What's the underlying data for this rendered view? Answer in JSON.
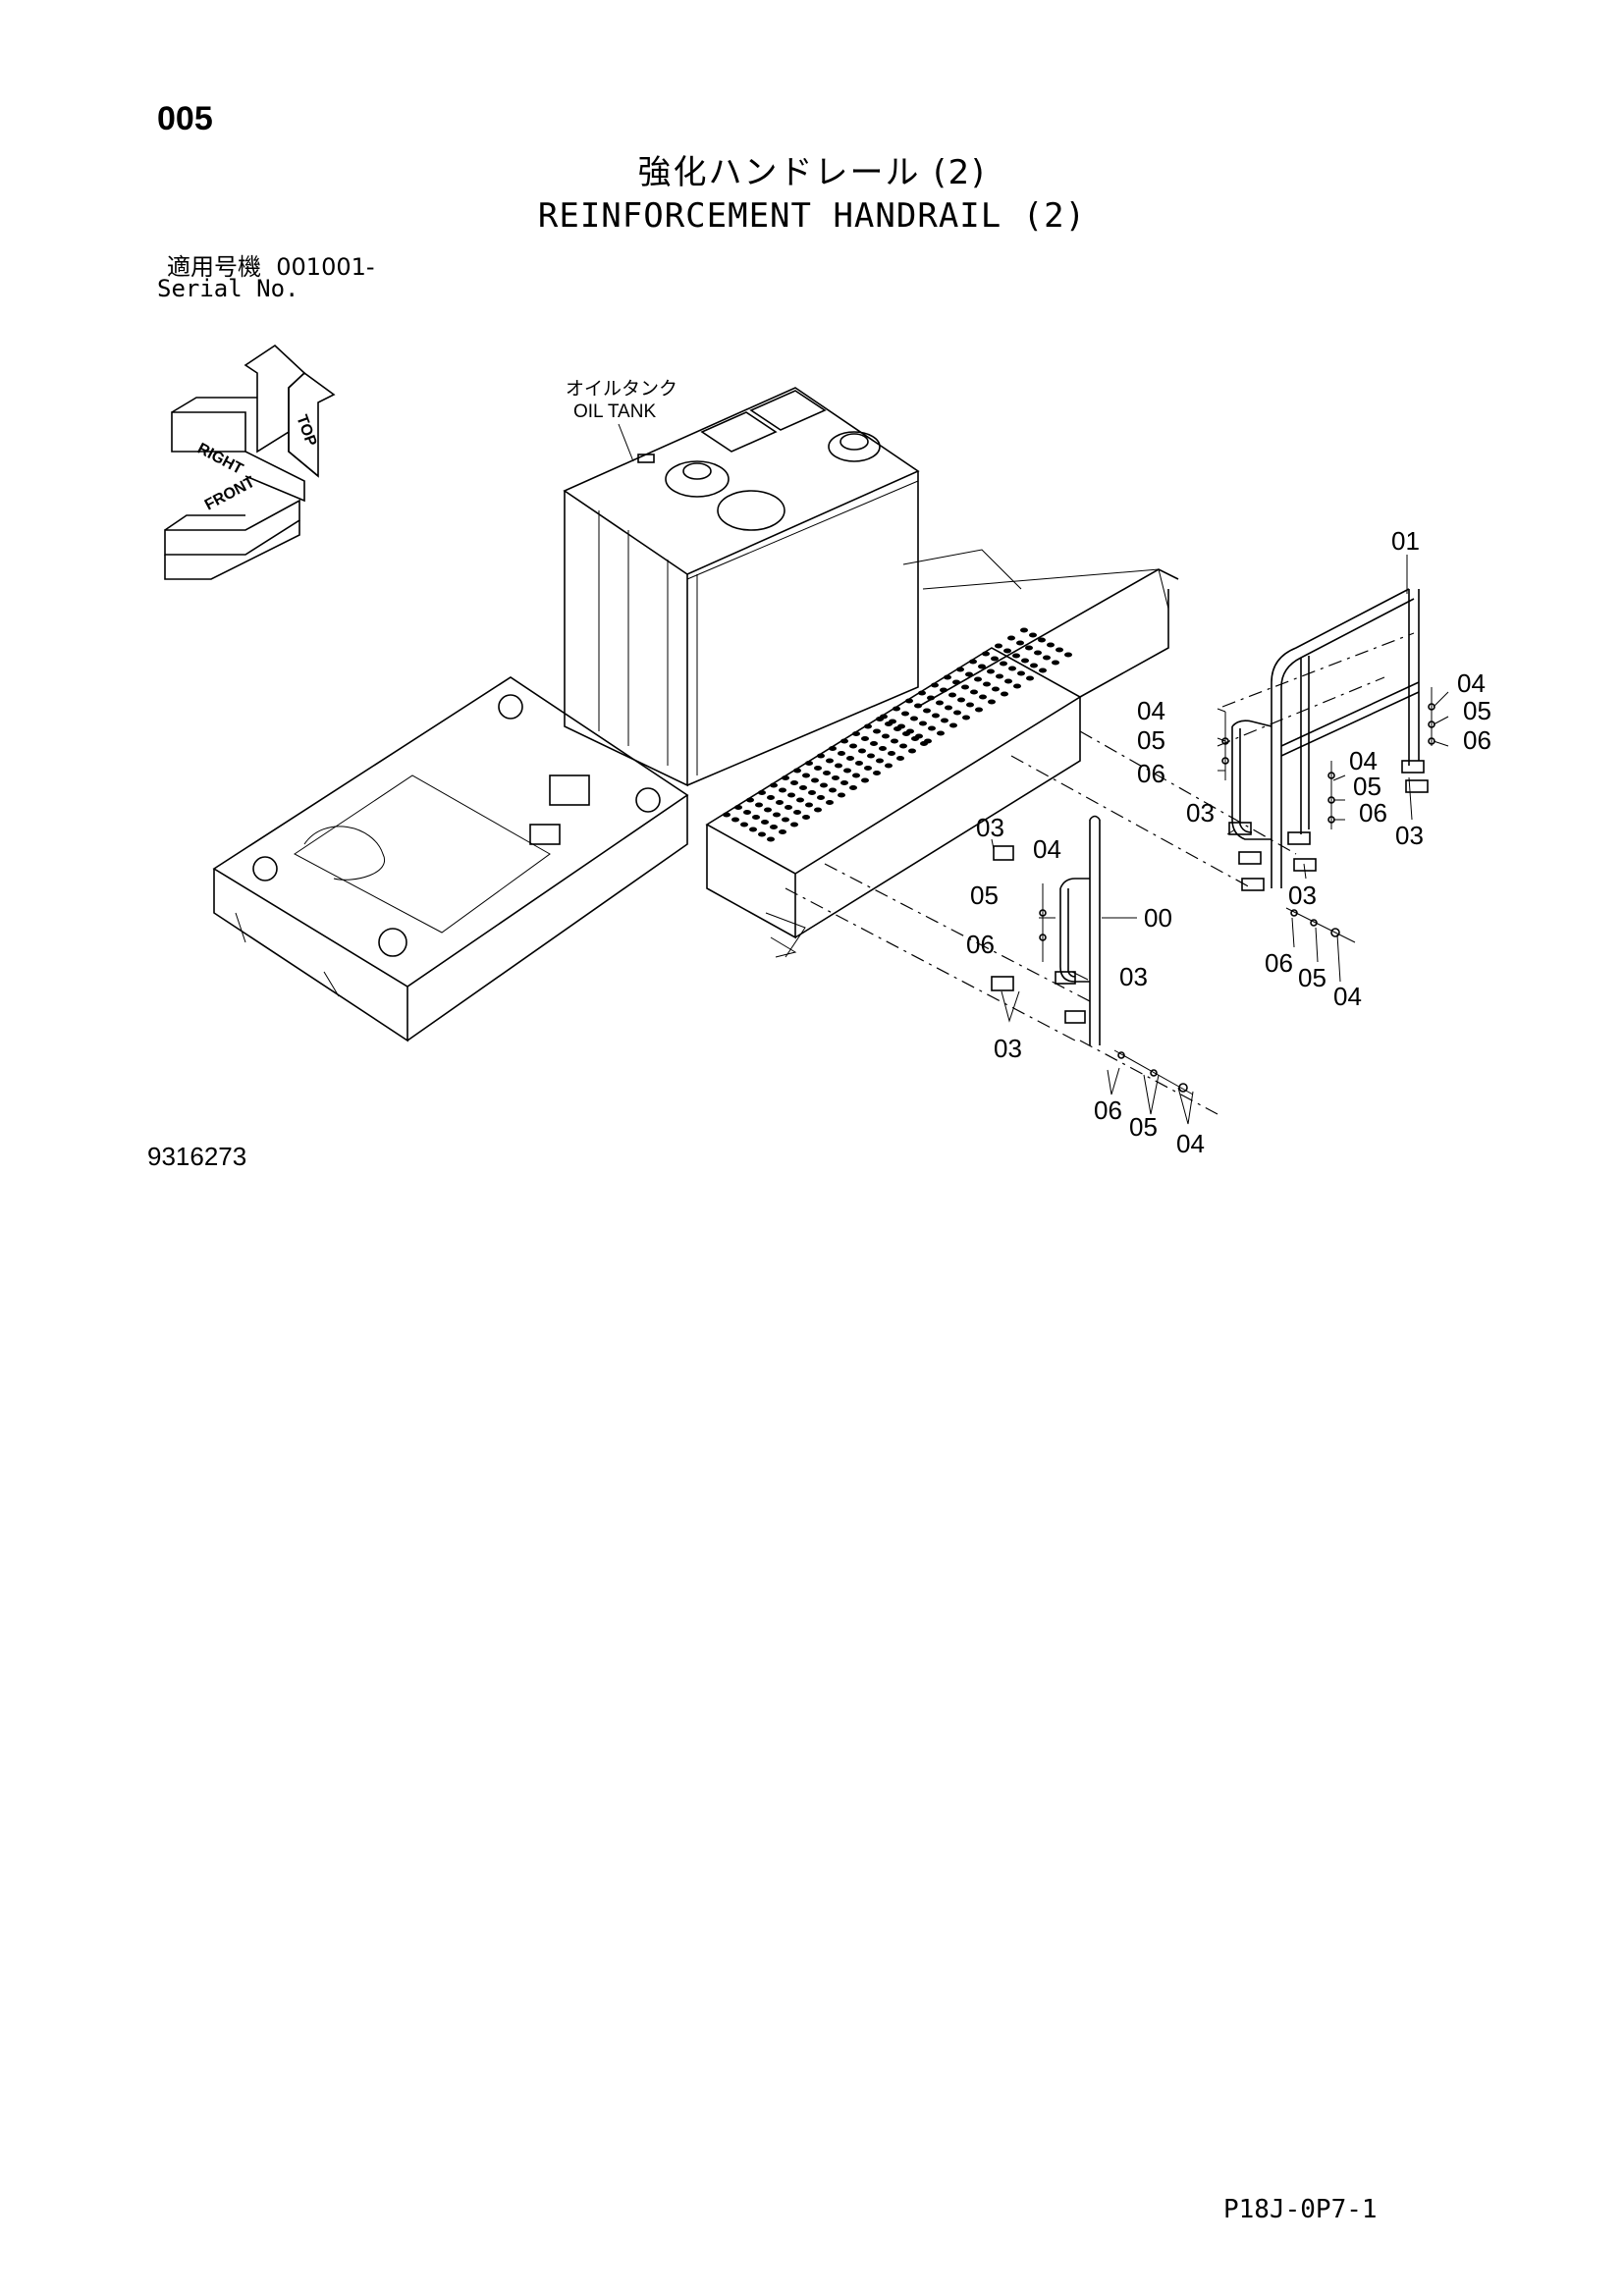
{
  "page": {
    "number": "005",
    "title_jp": "強化ハンドレール (2)",
    "title_en": "REINFORCEMENT HANDRAIL (2)",
    "serial_label_jp": "適用号機",
    "serial_value": "001001-",
    "serial_label_en": "Serial No.",
    "drawing_number": "9316273",
    "sheet_code": "P18J-0P7-1"
  },
  "orientation": {
    "top": "TOP",
    "right": "RIGHT",
    "front": "FRONT"
  },
  "component_label": {
    "jp": "オイルタンク",
    "en": "OIL TANK"
  },
  "callouts": {
    "c00": "00",
    "c01": "01",
    "c03a": "03",
    "c03b": "03",
    "c03c": "03",
    "c03d": "03",
    "c03e": "03",
    "c03f": "03",
    "c04a": "04",
    "c04b": "04",
    "c04c": "04",
    "c04d": "04",
    "c04e": "04",
    "c04f": "04",
    "c05a": "05",
    "c05b": "05",
    "c05c": "05",
    "c05d": "05",
    "c05e": "05",
    "c05f": "05",
    "c06a": "06",
    "c06b": "06",
    "c06c": "06",
    "c06d": "06",
    "c06e": "06",
    "c06f": "06"
  }
}
